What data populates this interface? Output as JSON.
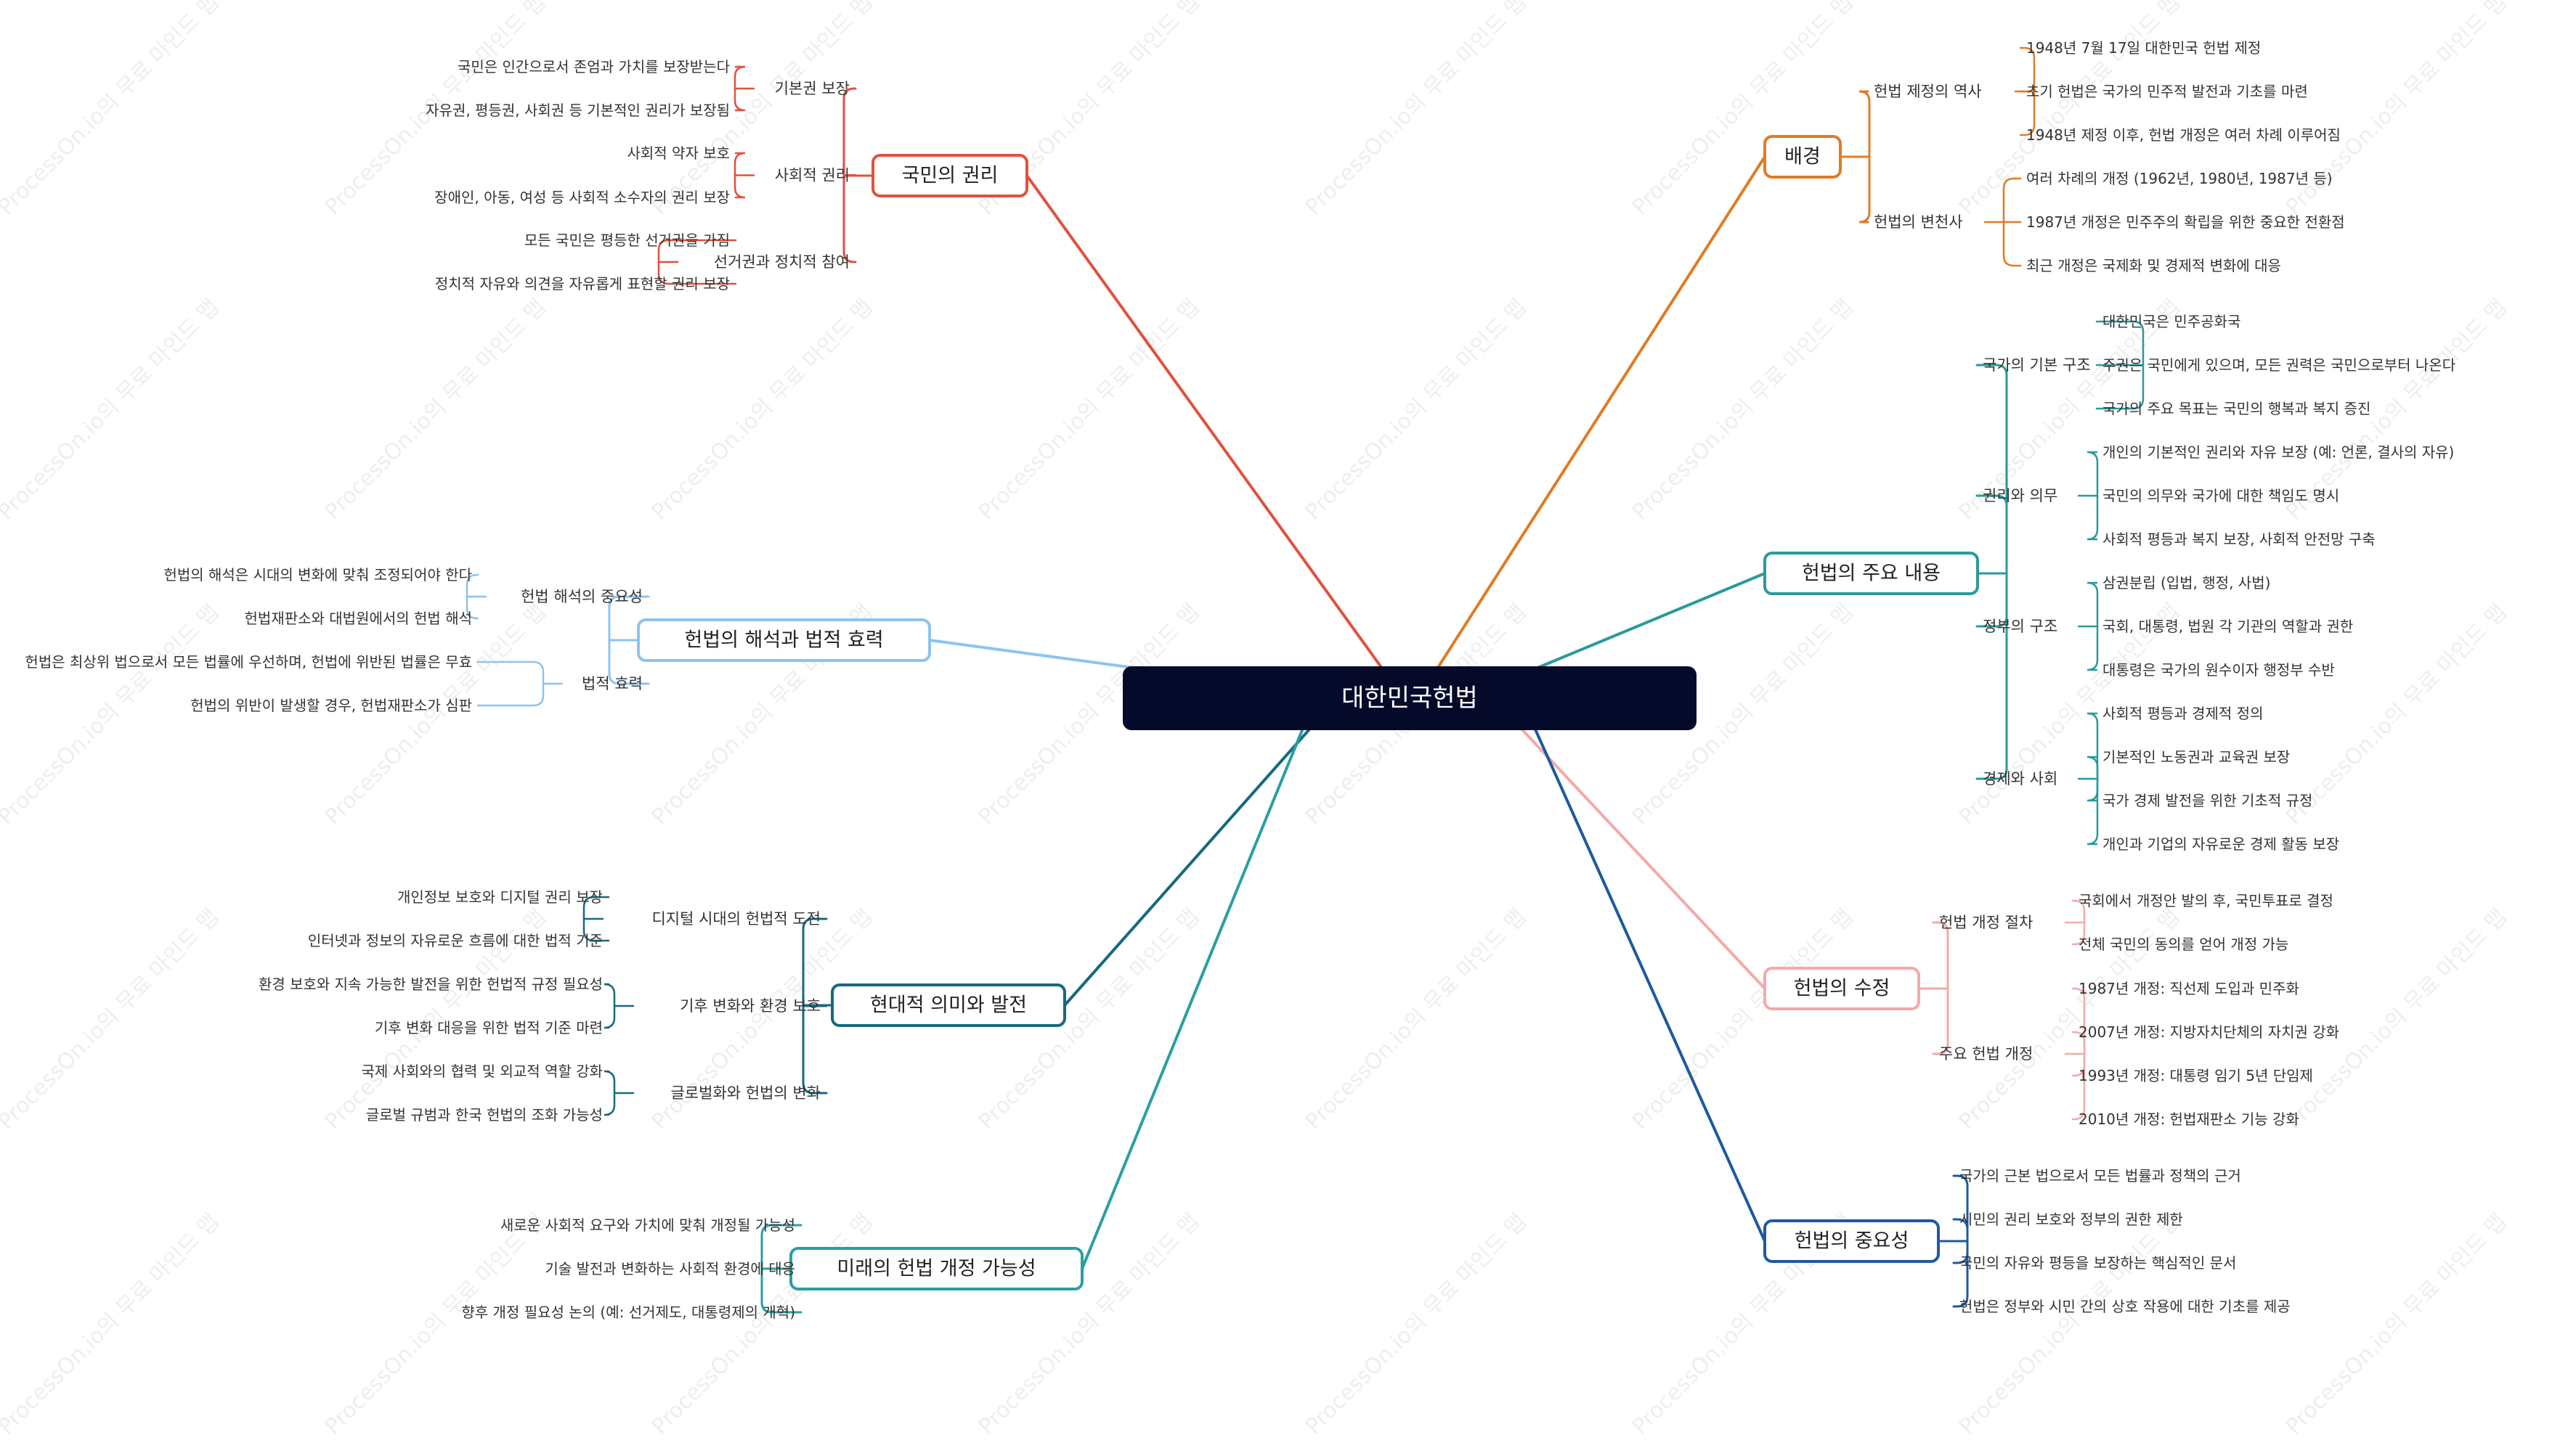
{
  "watermark": "ProcessOn.io의 무료 마인드 맵",
  "root": {
    "label": "대한민국헌법",
    "fill": "#050a2a",
    "text_color": "#ffffff"
  },
  "right_branches": [
    {
      "label": "배경",
      "color": "#e07b24",
      "groups": [
        {
          "label": "헌법 제정의 역사",
          "items": [
            "1948년 7월 17일 대한민국 헌법 제정",
            "초기 헌법은 국가의 민주적 발전과 기초를 마련",
            "1948년 제정 이후, 헌법 개정은 여러 차례 이루어짐"
          ]
        },
        {
          "label": "헌법의 변천사",
          "items": [
            "여러 차례의 개정 (1962년, 1980년, 1987년 등)",
            "1987년 개정은 민주주의 확립을 위한 중요한 전환점",
            "최근 개정은 국제화 및 경제적 변화에 대응"
          ]
        }
      ]
    },
    {
      "label": "헌법의 주요 내용",
      "color": "#2a9a9a",
      "groups": [
        {
          "label": "국가의 기본 구조",
          "items": [
            "대한민국은 민주공화국",
            "주권은 국민에게 있으며, 모든 권력은 국민으로부터 나온다",
            "국가의 주요 목표는 국민의 행복과 복지 증진"
          ]
        },
        {
          "label": "권리와 의무",
          "items": [
            "개인의 기본적인 권리와 자유 보장 (예: 언론, 결사의 자유)",
            "국민의 의무와 국가에 대한 책임도 명시",
            "사회적 평등과 복지 보장, 사회적 안전망 구축"
          ]
        },
        {
          "label": "정부의 구조",
          "items": [
            "삼권분립 (입법, 행정, 사법)",
            "국회, 대통령, 법원 각 기관의 역할과 권한",
            "대통령은 국가의 원수이자 행정부 수반"
          ]
        },
        {
          "label": "경제와 사회",
          "items": [
            "사회적 평등과 경제적 정의",
            "기본적인 노동권과 교육권 보장",
            "국가 경제 발전을 위한 기초적 규정",
            "개인과 기업의 자유로운 경제 활동 보장"
          ]
        }
      ]
    },
    {
      "label": "헌법의 수정",
      "color": "#f4a9a8",
      "groups": [
        {
          "label": "헌법 개정 절차",
          "items": [
            "국회에서 개정안 발의 후, 국민투표로 결정",
            "전체 국민의 동의를 얻어 개정 가능"
          ]
        },
        {
          "label": "주요 헌법 개정",
          "items": [
            "1987년 개정: 직선제 도입과 민주화",
            "2007년 개정: 지방자치단체의 자치권 강화",
            "1993년 개정: 대통령 임기 5년 단임제",
            "2010년 개정: 헌법재판소 기능 강화"
          ]
        }
      ]
    },
    {
      "label": "헌법의 중요성",
      "color": "#1c5aa0",
      "items": [
        "국가의 근본 법으로서 모든 법률과 정책의 근거",
        "시민의 권리 보호와 정부의 권한 제한",
        "국민의 자유와 평등을 보장하는 핵심적인 문서",
        "헌법은 정부와 시민 간의 상호 작용에 대한 기초를 제공"
      ]
    }
  ],
  "left_branches": [
    {
      "label": "국민의 권리",
      "color": "#e0513f",
      "groups": [
        {
          "label": "기본권 보장",
          "items": [
            "국민은 인간으로서 존엄과 가치를 보장받는다",
            "자유권, 평등권, 사회권 등 기본적인 권리가 보장됨"
          ]
        },
        {
          "label": "사회적 권리",
          "items": [
            "사회적 약자 보호",
            "장애인, 아동, 여성 등 사회적 소수자의 권리 보장"
          ]
        },
        {
          "label": "선거권과 정치적 참여",
          "items": [
            "모든 국민은 평등한 선거권을 가짐",
            "정치적 자유와 의견을 자유롭게 표현할 권리 보장"
          ]
        }
      ]
    },
    {
      "label": "헌법의 해석과 법적 효력",
      "color": "#8cc4ee",
      "groups": [
        {
          "label": "헌법 해석의 중요성",
          "items": [
            "헌법의 해석은 시대의 변화에 맞춰 조정되어야 한다",
            "헌법재판소와 대법원에서의 헌법 해석"
          ]
        },
        {
          "label": "법적 효력",
          "items": [
            "헌법은 최상위 법으로서 모든 법률에 우선하며, 헌법에 위반된 법률은 무효",
            "헌법의 위반이 발생할 경우, 헌법재판소가 심판"
          ]
        }
      ]
    },
    {
      "label": "현대적 의미와 발전",
      "color": "#17697f",
      "groups": [
        {
          "label": "디지털 시대의 헌법적 도전",
          "items": [
            "개인정보 보호와 디지털 권리 보장",
            "인터넷과 정보의 자유로운 흐름에 대한 법적 기준"
          ]
        },
        {
          "label": "기후 변화와 환경 보호",
          "items": [
            "환경 보호와 지속 가능한 발전을 위한 헌법적 규정 필요성",
            "기후 변화 대응을 위한 법적 기준 마련"
          ]
        },
        {
          "label": "글로벌화와 헌법의 변화",
          "items": [
            "국제 사회와의 협력 및 외교적 역할 강화",
            "글로벌 규범과 한국 헌법의 조화 가능성"
          ]
        }
      ]
    },
    {
      "label": "미래의 헌법 개정 가능성",
      "color": "#2a9fa0",
      "items": [
        "새로운 사회적 요구와 가치에 맞춰 개정될 가능성",
        "기술 발전과 변화하는 사회적 환경에 대응",
        "향후 개정 필요성 논의 (예: 선거제도, 대통령제의 개혁)"
      ]
    }
  ]
}
